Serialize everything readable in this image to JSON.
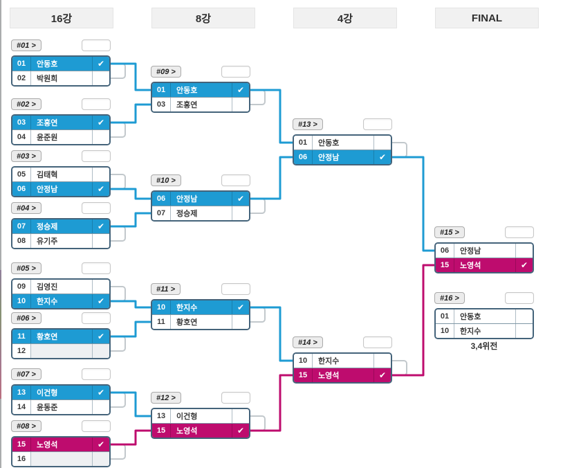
{
  "rounds": [
    {
      "label": "16강"
    },
    {
      "label": "8강"
    },
    {
      "label": "4강"
    },
    {
      "label": "FINAL"
    }
  ],
  "glyphs": {
    "check": "✔"
  },
  "colors": {
    "winner_blue": "#1E9BD3",
    "winner_magenta": "#BE0C6E",
    "box_border": "#44637A",
    "connector_stub_gray": "#C2C8CC"
  },
  "final_note": "3,4위전",
  "matches": [
    {
      "label": "#01 >",
      "score": "",
      "slots": [
        {
          "no": "01",
          "name": "안동호",
          "winner": true
        },
        {
          "no": "02",
          "name": "박원희",
          "winner": false
        }
      ]
    },
    {
      "label": "#02 >",
      "score": "",
      "slots": [
        {
          "no": "03",
          "name": "조홍연",
          "winner": true
        },
        {
          "no": "04",
          "name": "윤준원",
          "winner": false
        }
      ]
    },
    {
      "label": "#03 >",
      "score": "",
      "slots": [
        {
          "no": "05",
          "name": "김태혁",
          "winner": false
        },
        {
          "no": "06",
          "name": "안정남",
          "winner": true
        }
      ]
    },
    {
      "label": "#04 >",
      "score": "",
      "slots": [
        {
          "no": "07",
          "name": "정승제",
          "winner": true
        },
        {
          "no": "08",
          "name": "유기주",
          "winner": false
        }
      ]
    },
    {
      "label": "#05 >",
      "score": "",
      "slots": [
        {
          "no": "09",
          "name": "김영진",
          "winner": false
        },
        {
          "no": "10",
          "name": "한지수",
          "winner": true
        }
      ]
    },
    {
      "label": "#06 >",
      "score": "",
      "slots": [
        {
          "no": "11",
          "name": "황호연",
          "winner": true
        },
        {
          "no": "12",
          "name": "",
          "winner": false
        }
      ]
    },
    {
      "label": "#07 >",
      "score": "",
      "slots": [
        {
          "no": "13",
          "name": "이건형",
          "winner": true
        },
        {
          "no": "14",
          "name": "윤동준",
          "winner": false
        }
      ]
    },
    {
      "label": "#08 >",
      "score": "",
      "slots": [
        {
          "no": "15",
          "name": "노영석",
          "winner": true
        },
        {
          "no": "16",
          "name": "",
          "winner": false
        }
      ]
    },
    {
      "label": "#09 >",
      "score": "",
      "slots": [
        {
          "no": "01",
          "name": "안동호",
          "winner": true
        },
        {
          "no": "03",
          "name": "조홍연",
          "winner": false
        }
      ]
    },
    {
      "label": "#10 >",
      "score": "",
      "slots": [
        {
          "no": "06",
          "name": "안정남",
          "winner": true
        },
        {
          "no": "07",
          "name": "정승제",
          "winner": false
        }
      ]
    },
    {
      "label": "#11 >",
      "score": "",
      "slots": [
        {
          "no": "10",
          "name": "한지수",
          "winner": true
        },
        {
          "no": "11",
          "name": "황호연",
          "winner": false
        }
      ]
    },
    {
      "label": "#12 >",
      "score": "",
      "slots": [
        {
          "no": "13",
          "name": "이건형",
          "winner": false
        },
        {
          "no": "15",
          "name": "노영석",
          "winner": true
        }
      ]
    },
    {
      "label": "#13 >",
      "score": "",
      "slots": [
        {
          "no": "01",
          "name": "안동호",
          "winner": false
        },
        {
          "no": "06",
          "name": "안정남",
          "winner": true
        }
      ]
    },
    {
      "label": "#14 >",
      "score": "",
      "slots": [
        {
          "no": "10",
          "name": "한지수",
          "winner": false
        },
        {
          "no": "15",
          "name": "노영석",
          "winner": true
        }
      ]
    },
    {
      "label": "#15 >",
      "score": "",
      "slots": [
        {
          "no": "06",
          "name": "안정남",
          "winner": false
        },
        {
          "no": "15",
          "name": "노영석",
          "winner": true
        }
      ]
    },
    {
      "label": "#16 >",
      "score": "",
      "slots": [
        {
          "no": "01",
          "name": "안동호",
          "winner": false
        },
        {
          "no": "10",
          "name": "한지수",
          "winner": false
        }
      ]
    }
  ]
}
